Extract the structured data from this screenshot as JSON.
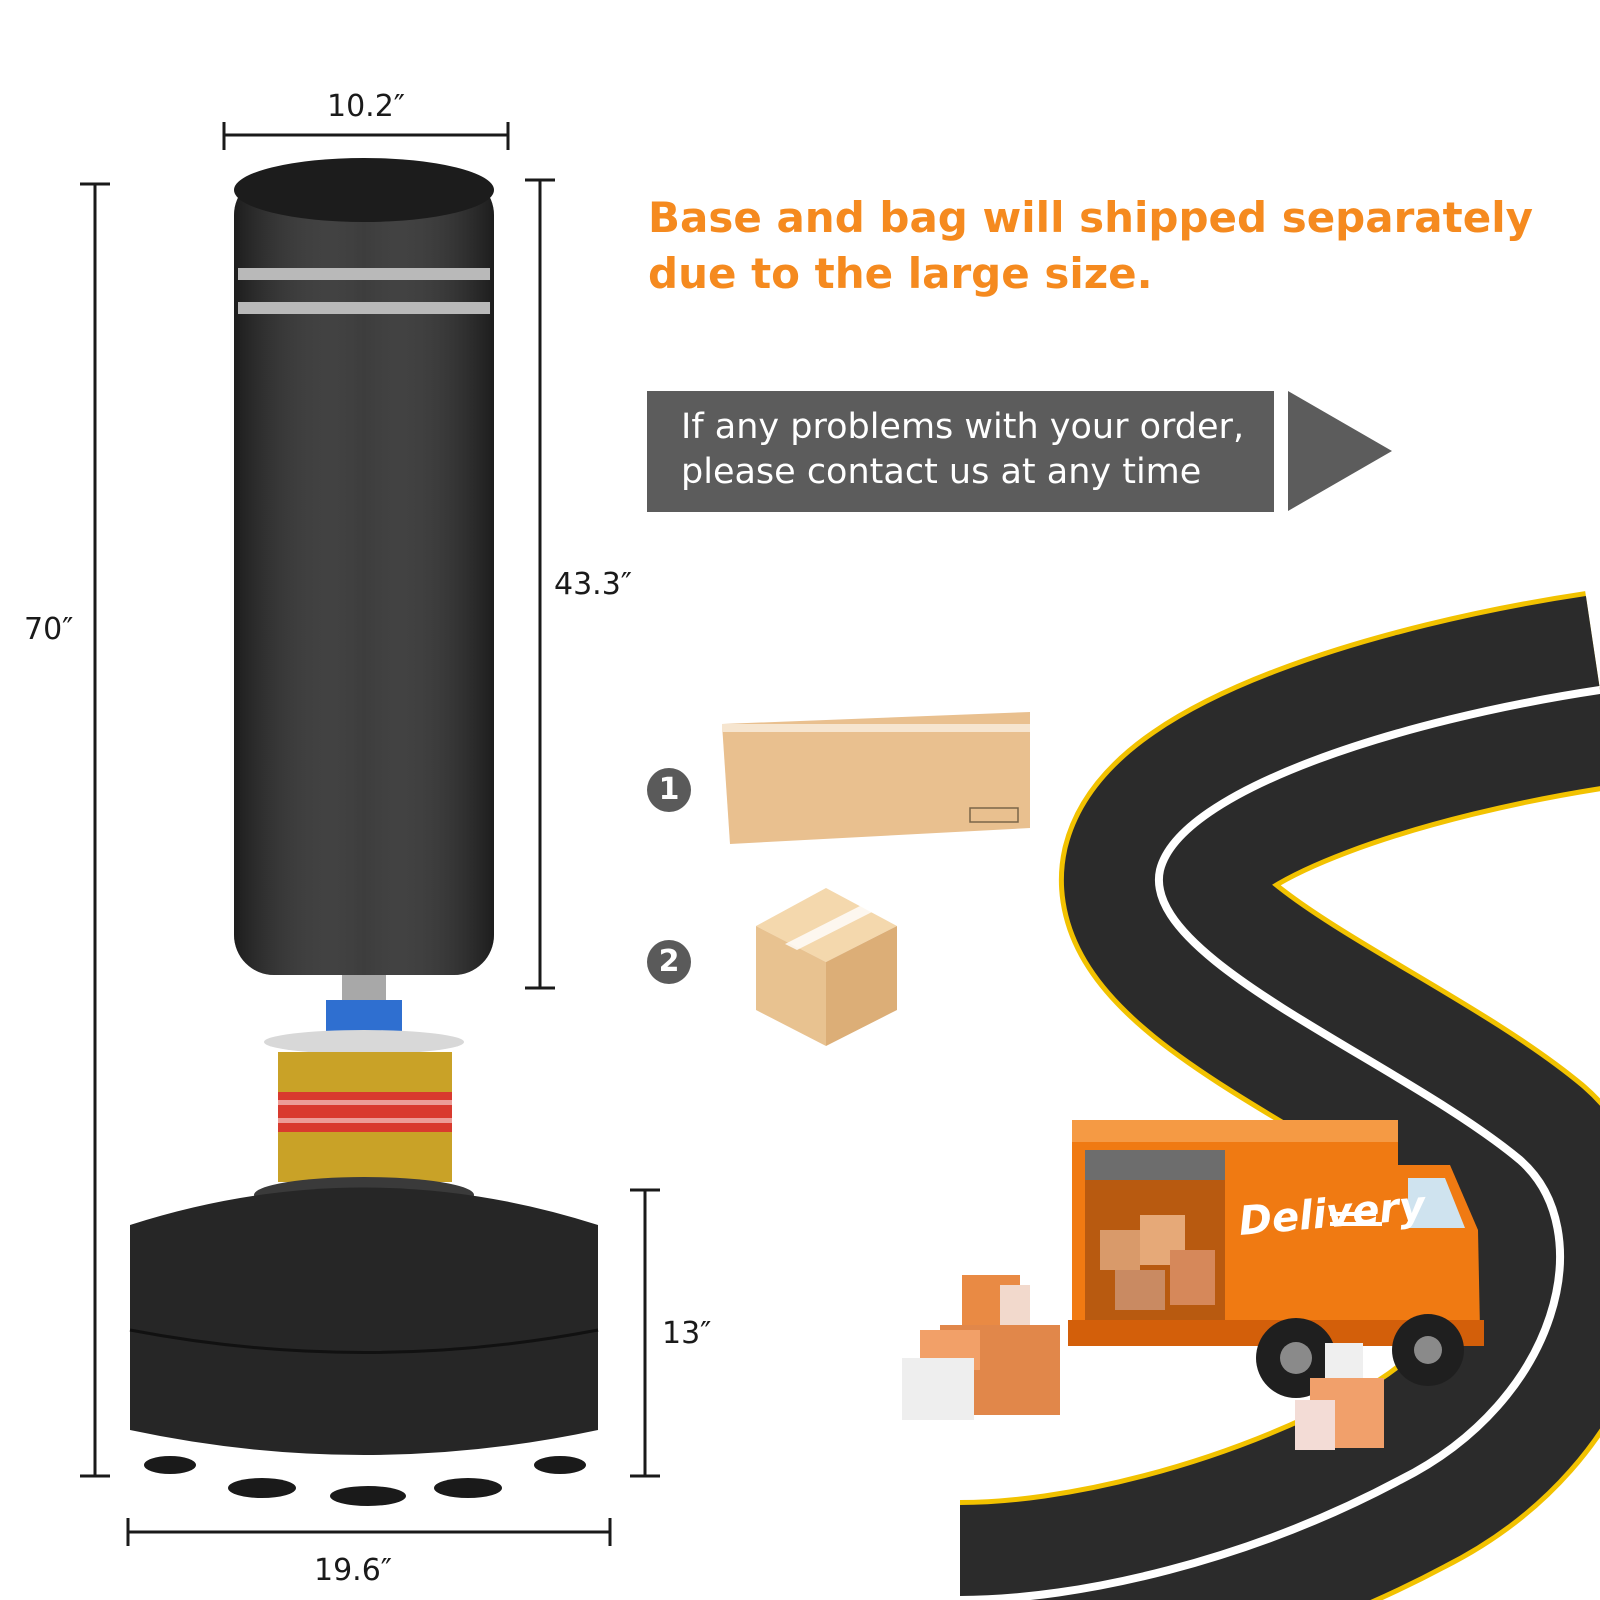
{
  "dimensions": {
    "bag_width": "10.2″",
    "total_height": "70″",
    "bag_height": "43.3″",
    "base_height": "13″",
    "base_width": "19.6″"
  },
  "headline": {
    "line1": "Base and bag will shipped separately",
    "line2": "due to the large size."
  },
  "banner": {
    "line1": "If any problems with your order,",
    "line2": "please contact us  at any time"
  },
  "packages": {
    "step1": "1",
    "step2": "2"
  },
  "truck": {
    "label": "Delivery"
  },
  "colors": {
    "headline_orange": "#f58a1f",
    "banner_gray": "#5c5c5c",
    "truck_orange": "#f07a12",
    "box_tan": "#e9c08f"
  }
}
